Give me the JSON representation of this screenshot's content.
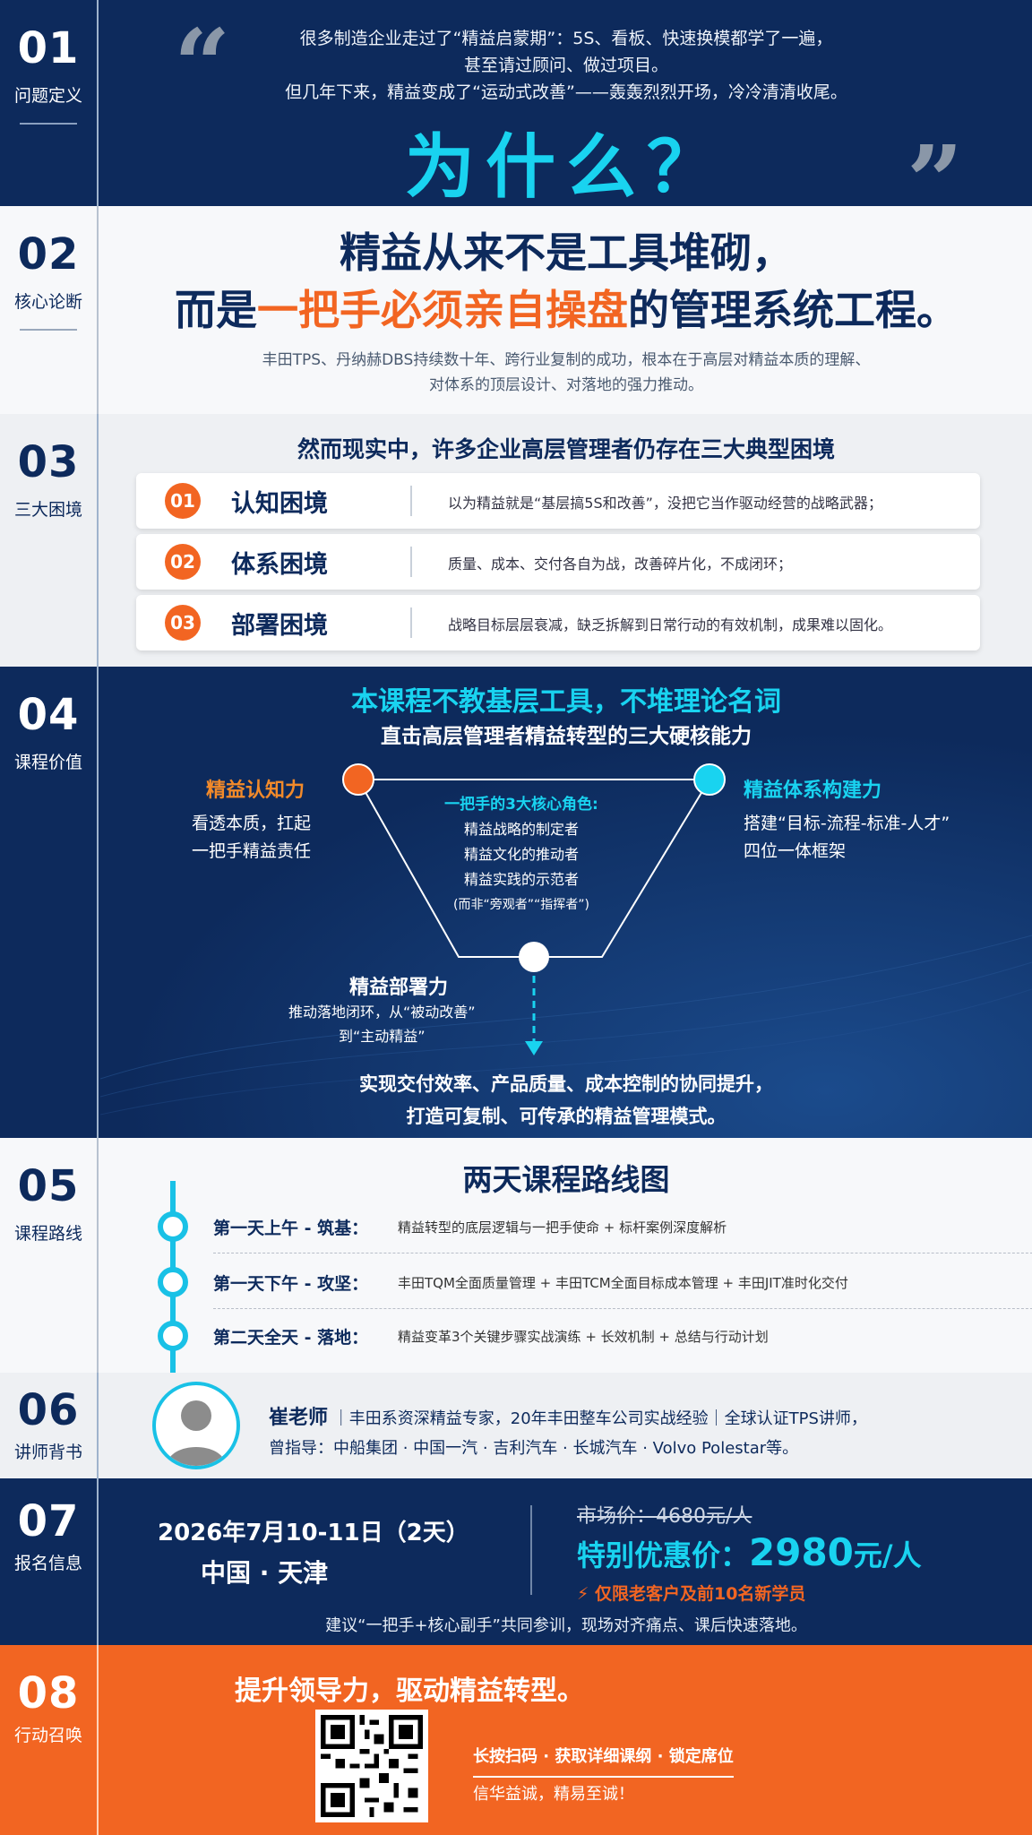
{
  "sections": {
    "s1": {
      "num": "01",
      "label": "问题定义",
      "lines": [
        "很多制造企业走过了“精益启蒙期”：5S、看板、快速换模都学了一遍，",
        "甚至请过顾问、做过项目。",
        "但几年下来，精益变成了“运动式改善”——轰轰烈烈开场，冷冷清清收尾。"
      ],
      "question": "为什么？"
    },
    "s2": {
      "num": "02",
      "label": "核心论断",
      "line1": "精益从来不是工具堆砌，",
      "line2_pre": "而是",
      "line2_hl": "一把手必须亲自操盘",
      "line2_post": "的管理系统工程。",
      "sub1": "丰田TPS、丹纳赫DBS持续数十年、跨行业复制的成功，根本在于高层对精益本质的理解、",
      "sub2": "对体系的顶层设计、对落地的强力推动。"
    },
    "s3": {
      "num": "03",
      "label": "三大困境",
      "title": "然而现实中，许多企业高层管理者仍存在三大典型困境",
      "items": [
        {
          "badge": "01",
          "name": "认知困境",
          "desc": "以为精益就是“基层搞5S和改善”，没把它当作驱动经营的战略武器；"
        },
        {
          "badge": "02",
          "name": "体系困境",
          "desc": "质量、成本、交付各自为战，改善碎片化，不成闭环；"
        },
        {
          "badge": "03",
          "name": "部署困境",
          "desc": "战略目标层层衰减，缺乏拆解到日常行动的有效机制，成果难以固化。"
        }
      ]
    },
    "s4": {
      "num": "04",
      "label": "课程价值",
      "h1": "本课程不教基层工具，不堆理论名词",
      "h2": "直击高层管理者精益转型的三大硬核能力",
      "left_title": "精益认知力",
      "left_d1": "看透本质，扛起",
      "left_d2": "一把手精益责任",
      "right_title": "精益体系构建力",
      "right_d1": "搭建“目标-流程-标准-人才”",
      "right_d2": "四位一体框架",
      "roles_title": "一把手的3大核心角色:",
      "roles": [
        "精益战略的制定者",
        "精益文化的推动者",
        "精益实践的示范者"
      ],
      "roles_note": "(而非“旁观者”“指挥者”)",
      "bottom_title": "精益部署力",
      "bottom_d1": "推动落地闭环，从“被动改善”",
      "bottom_d2": "到“主动精益”",
      "result1": "实现交付效率、产品质量、成本控制的协同提升，",
      "result2": "打造可复制、可传承的精益管理模式。"
    },
    "s5": {
      "num": "05",
      "label": "课程路线",
      "title": "两天课程路线图",
      "items": [
        {
          "head": "第一天上午 - 筑基：",
          "desc": "精益转型的底层逻辑与一把手使命 + 标杆案例深度解析"
        },
        {
          "head": "第一天下午 - 攻坚：",
          "desc": "丰田TQM全面质量管理 + 丰田TCM全面目标成本管理 + 丰田JIT准时化交付"
        },
        {
          "head": "第二天全天 - 落地：",
          "desc": "精益变革3个关键步骤实战演练 + 长效机制 + 总结与行动计划"
        }
      ]
    },
    "s6": {
      "num": "06",
      "label": "讲师背书",
      "name": "崔老师",
      "intro": "｜丰田系资深精益专家，20年丰田整车公司实战经验｜全球认证TPS讲师，",
      "clients": "曾指导：中船集团 · 中国一汽 · 吉利汽车 · 长城汽车 · Volvo Polestar等。"
    },
    "s7": {
      "num": "07",
      "label": "报名信息",
      "date": "2026年7月10-11日（2天）",
      "city": "中国 · 天津",
      "orig_price": "市场价：4680元/人",
      "price_label": "特别优惠价：",
      "price_value": "2980",
      "price_unit": "元/人",
      "limit": "仅限老客户及前10名新学员",
      "note": "建议“一把手+核心副手”共同参训，现场对齐痛点、课后快速落地。"
    },
    "s8": {
      "num": "08",
      "label": "行动召唤",
      "title": "提升领导力，驱动精益转型。",
      "cta": "长按扫码 · 获取详细课纲 · 锁定席位",
      "slogan": "信华益诚，精易至诚！"
    }
  },
  "colors": {
    "navy": "#0d2a5c",
    "cyan": "#19d3f0",
    "orange": "#f26522"
  },
  "icons": [
    "open-quote-icon",
    "close-quote-icon",
    "lightning-icon",
    "avatar-icon",
    "qr-code-icon"
  ]
}
